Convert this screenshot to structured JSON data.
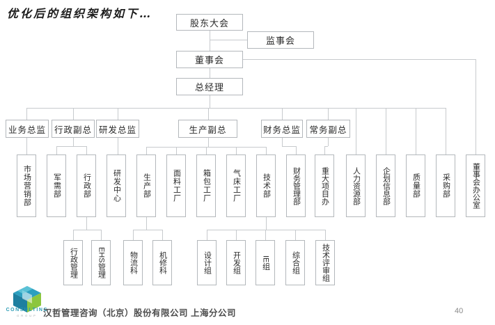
{
  "title": "优化后的组织架构如下…",
  "org": {
    "shareholders_meeting": "股东大会",
    "supervisory_board": "监事会",
    "board_of_directors": "董事会",
    "general_manager": "总经理",
    "executives": {
      "business_director": "业务总监",
      "admin_vp": "行政副总",
      "rd_director": "研发总监",
      "production_vp": "生产副总",
      "finance_director": "财务总监",
      "executive_vp": "常务副总"
    },
    "departments": {
      "marketing": "市场营销部",
      "military_supplies": "军需部",
      "administration": "行政部",
      "rd_center": "研发中心",
      "production": "生产部",
      "fabric_factory": "面料工厂",
      "luggage_factory": "箱包工厂",
      "airbed_factory": "气床工厂",
      "technology": "技术部",
      "finance_mgmt": "财务管理部",
      "major_projects": "重大项目办",
      "hr": "人力资源部",
      "planning_info": "企划信息部",
      "quality": "质量部",
      "purchasing": "采购部",
      "board_office": "董事会办公室"
    },
    "sections": {
      "admin_mgmt": "行政管理",
      "ehs_mgmt": "EHS管理",
      "logistics": "物流科",
      "maintenance": "机修科",
      "design_group": "设计组",
      "development_group": "开发组",
      "ie_group": "IE组",
      "general_group": "综合组",
      "tech_review_group": "技术评审组"
    }
  },
  "footer": {
    "company": "汉哲管理咨询（北京）股份有限公司 上海分公司",
    "logo_text": "CONSULTING",
    "logo_subtext": "GROUP"
  },
  "page_number": "40",
  "colors": {
    "line": "#c7cacd",
    "box_border": "#b3b7bb",
    "logo_teal": "#2b9fc0",
    "logo_dark_teal": "#1d7fa0",
    "logo_green": "#8cc63e"
  }
}
